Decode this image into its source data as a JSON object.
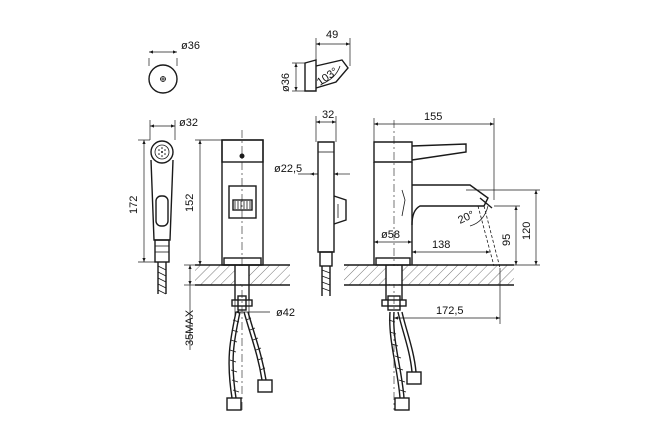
{
  "dimensions": {
    "top_body_dia": "ø36",
    "side_height": "49",
    "side_dia": "ø36",
    "side_angle": "103°",
    "handshower_dia": "ø32",
    "handshower_height": "172",
    "body_height": "152",
    "hose_width": "32",
    "hose_dia": "ø22,5",
    "floor_thickness": "35MAX",
    "base_dia": "ø42",
    "mixer_length": "155",
    "base_dia_2": "ø58",
    "spout_reach": "138",
    "spout_angle": "20°",
    "spout_height": "95",
    "total_height": "120",
    "total_reach": "172,5"
  },
  "colors": {
    "stroke": "#1a1a1a",
    "background": "#ffffff"
  }
}
